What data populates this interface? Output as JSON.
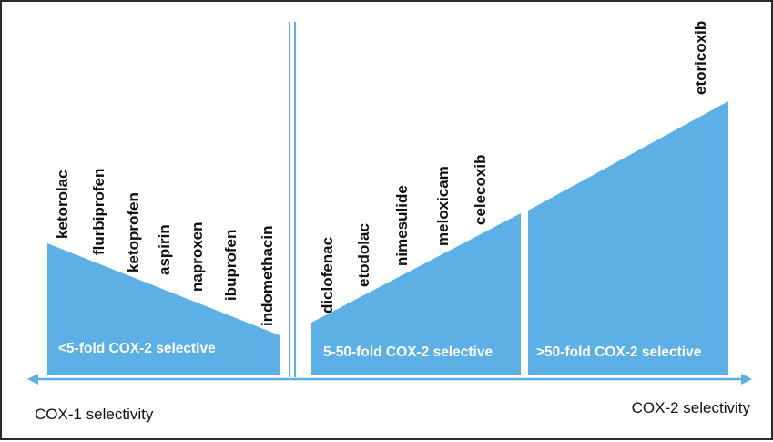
{
  "colors": {
    "fill": "#5db0e6",
    "axis": "#5db0e6",
    "divider": "#5db0e6",
    "text": "#111111",
    "group_text": "#ffffff"
  },
  "groups": [
    {
      "label": "<5-fold COX-2 selective",
      "drugs": [
        "ketorolac",
        "flurbiprofen",
        "ketoprofen",
        "aspirin",
        "naproxen",
        "ibuprofen",
        "indomethacin"
      ]
    },
    {
      "label": "5-50-fold COX-2 selective",
      "drugs": [
        "diclofenac",
        "etodolac",
        "nimesulide",
        "meloxicam",
        "celecoxib"
      ]
    },
    {
      "label": ">50-fold COX-2 selective",
      "drugs": [
        "etoricoxib"
      ]
    }
  ],
  "axis": {
    "left_label": "COX-1 selectivity",
    "right_label": "COX-2 selectivity"
  }
}
